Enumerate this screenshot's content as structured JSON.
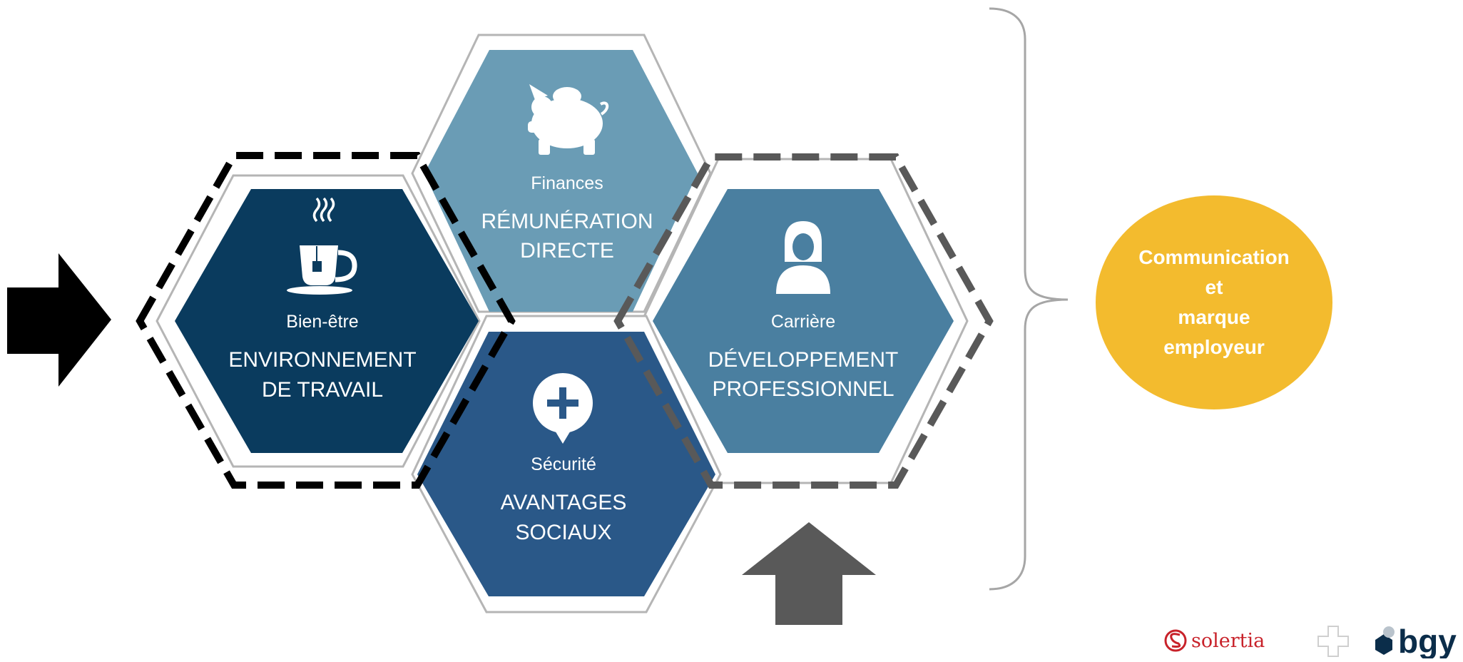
{
  "hexagons": {
    "finances": {
      "category": "Finances",
      "title_line1": "RÉMUNÉRATION",
      "title_line2": "DIRECTE",
      "color": "#6a9cb5",
      "icon": "piggy-bank-icon"
    },
    "wellbeing": {
      "category": "Bien-être",
      "title_line1": "ENVIRONNEMENT",
      "title_line2": "DE TRAVAIL",
      "color": "#0a3b5e",
      "icon": "teacup-icon"
    },
    "career": {
      "category": "Carrière",
      "title_line1": "DÉVELOPPEMENT",
      "title_line2": "PROFESSIONNEL",
      "color": "#4a7fa0",
      "icon": "person-icon"
    },
    "security": {
      "category": "Sécurité",
      "title_line1": "AVANTAGES",
      "title_line2": "SOCIAUX",
      "color": "#2a5888",
      "icon": "plus-bubble-icon"
    }
  },
  "employer_brand": {
    "line1": "Communication",
    "line2": "et",
    "line3": "marque",
    "line4": "employeur",
    "color": "#f3bb2e"
  },
  "arrows": {
    "left_color": "#000000",
    "bottom_color": "#595959"
  },
  "logos": {
    "solertia": "solertia",
    "bgy": "bgy",
    "solertia_color": "#c8222a",
    "bgy_color": "#0b2d4a"
  }
}
